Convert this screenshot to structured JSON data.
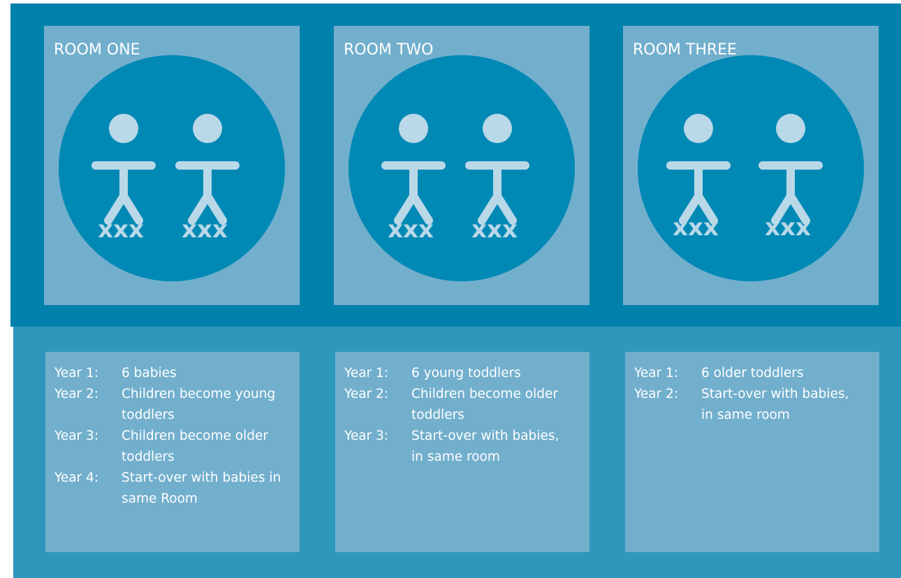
{
  "colors": {
    "top_band": "#0081AB",
    "bottom_band": "#2E97BC",
    "card": "#72AFCD",
    "circle": "#0089B5",
    "figure": "#B9D8E8",
    "text": "#FFFFFF"
  },
  "rooms": [
    {
      "title": "ROOM ONE",
      "icon": "two-children-figures-icon",
      "marks": [
        "XXX",
        "XXX"
      ],
      "schedule": [
        {
          "year": "Year 1:",
          "text": "6 babies"
        },
        {
          "year": "Year 2:",
          "text": "Children become young toddlers"
        },
        {
          "year": "Year 3:",
          "text": "Children become older toddlers"
        },
        {
          "year": "Year 4:",
          "text": "Start-over with babies in same Room"
        }
      ]
    },
    {
      "title": "ROOM TWO",
      "icon": "two-children-figures-icon",
      "marks": [
        "XXX",
        "XXX"
      ],
      "schedule": [
        {
          "year": "Year 1:",
          "text": "6 young toddlers"
        },
        {
          "year": "Year 2:",
          "text": "Children become older toddlers"
        },
        {
          "year": "Year 3:",
          "text": "Start-over with babies, in same room"
        }
      ]
    },
    {
      "title": "ROOM THREE",
      "icon": "two-children-figures-icon",
      "marks": [
        "XXX",
        "XXX"
      ],
      "schedule": [
        {
          "year": "Year 1:",
          "text": "6 older toddlers"
        },
        {
          "year": "Year 2:",
          "text": "Start-over with babies, in same room"
        }
      ]
    }
  ]
}
